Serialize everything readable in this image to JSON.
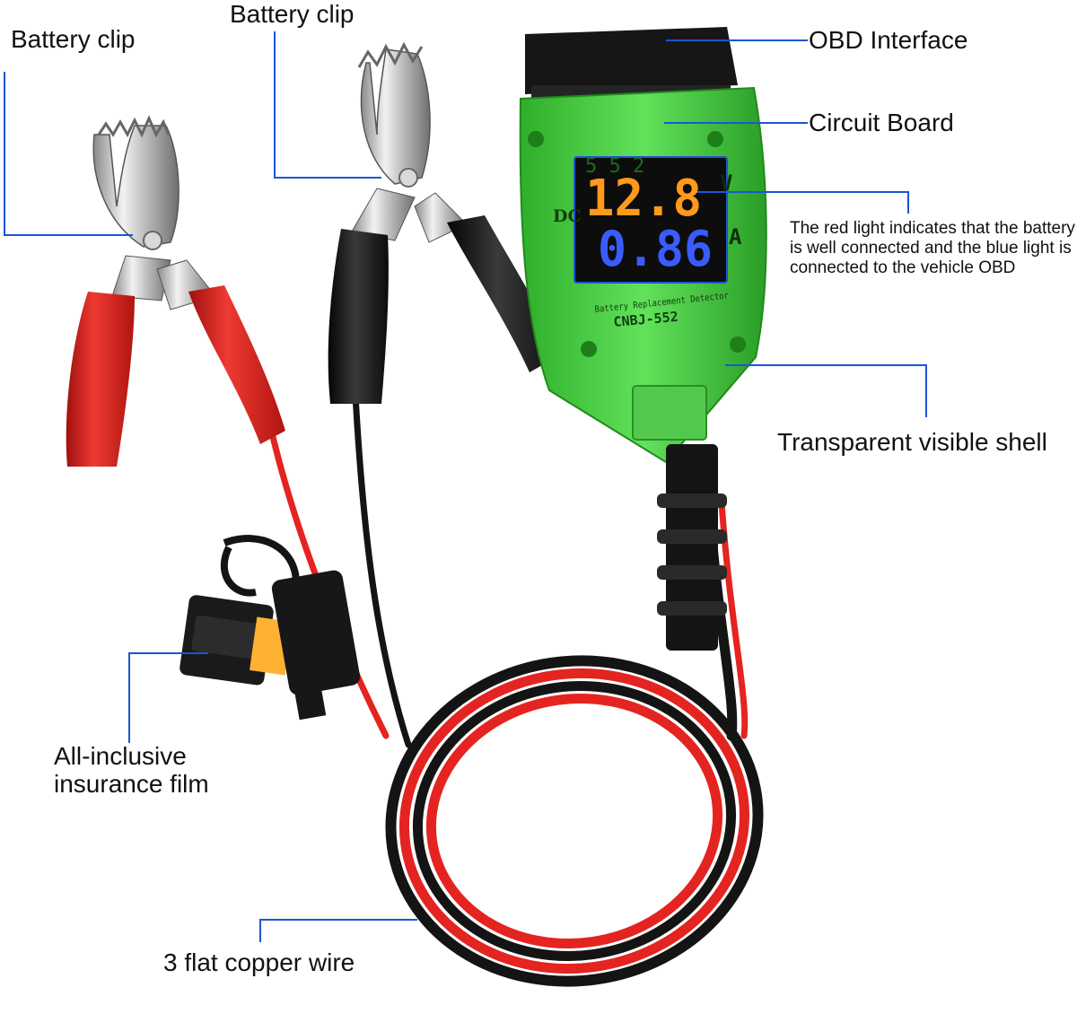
{
  "labels": {
    "battery_clip_left": "Battery clip",
    "battery_clip_right": "Battery clip",
    "obd_interface": "OBD Interface",
    "circuit_board": "Circuit Board",
    "lights_note": "The red light indicates that the battery is well connected and the blue light is connected to the vehicle OBD",
    "transparent_shell": "Transparent visible shell",
    "insurance_film": "All-inclusive insurance film",
    "copper_wire": "3 flat copper wire"
  },
  "device": {
    "model_caption": "Battery Replacement Detector",
    "model": "CNBJ-552",
    "top_digits": "5 5 2",
    "voltage_reading": "12.8",
    "current_reading": "0.86",
    "dc_label": "DC",
    "volt_unit": "V",
    "amp_unit": "A"
  },
  "colors": {
    "leader_line": "#1a56d6",
    "shell_green": "#4fd84a",
    "clip_red": "#e42420",
    "wire_black": "#141414",
    "voltage_digits": "#ff9a1a",
    "current_digits": "#3a5cff"
  }
}
